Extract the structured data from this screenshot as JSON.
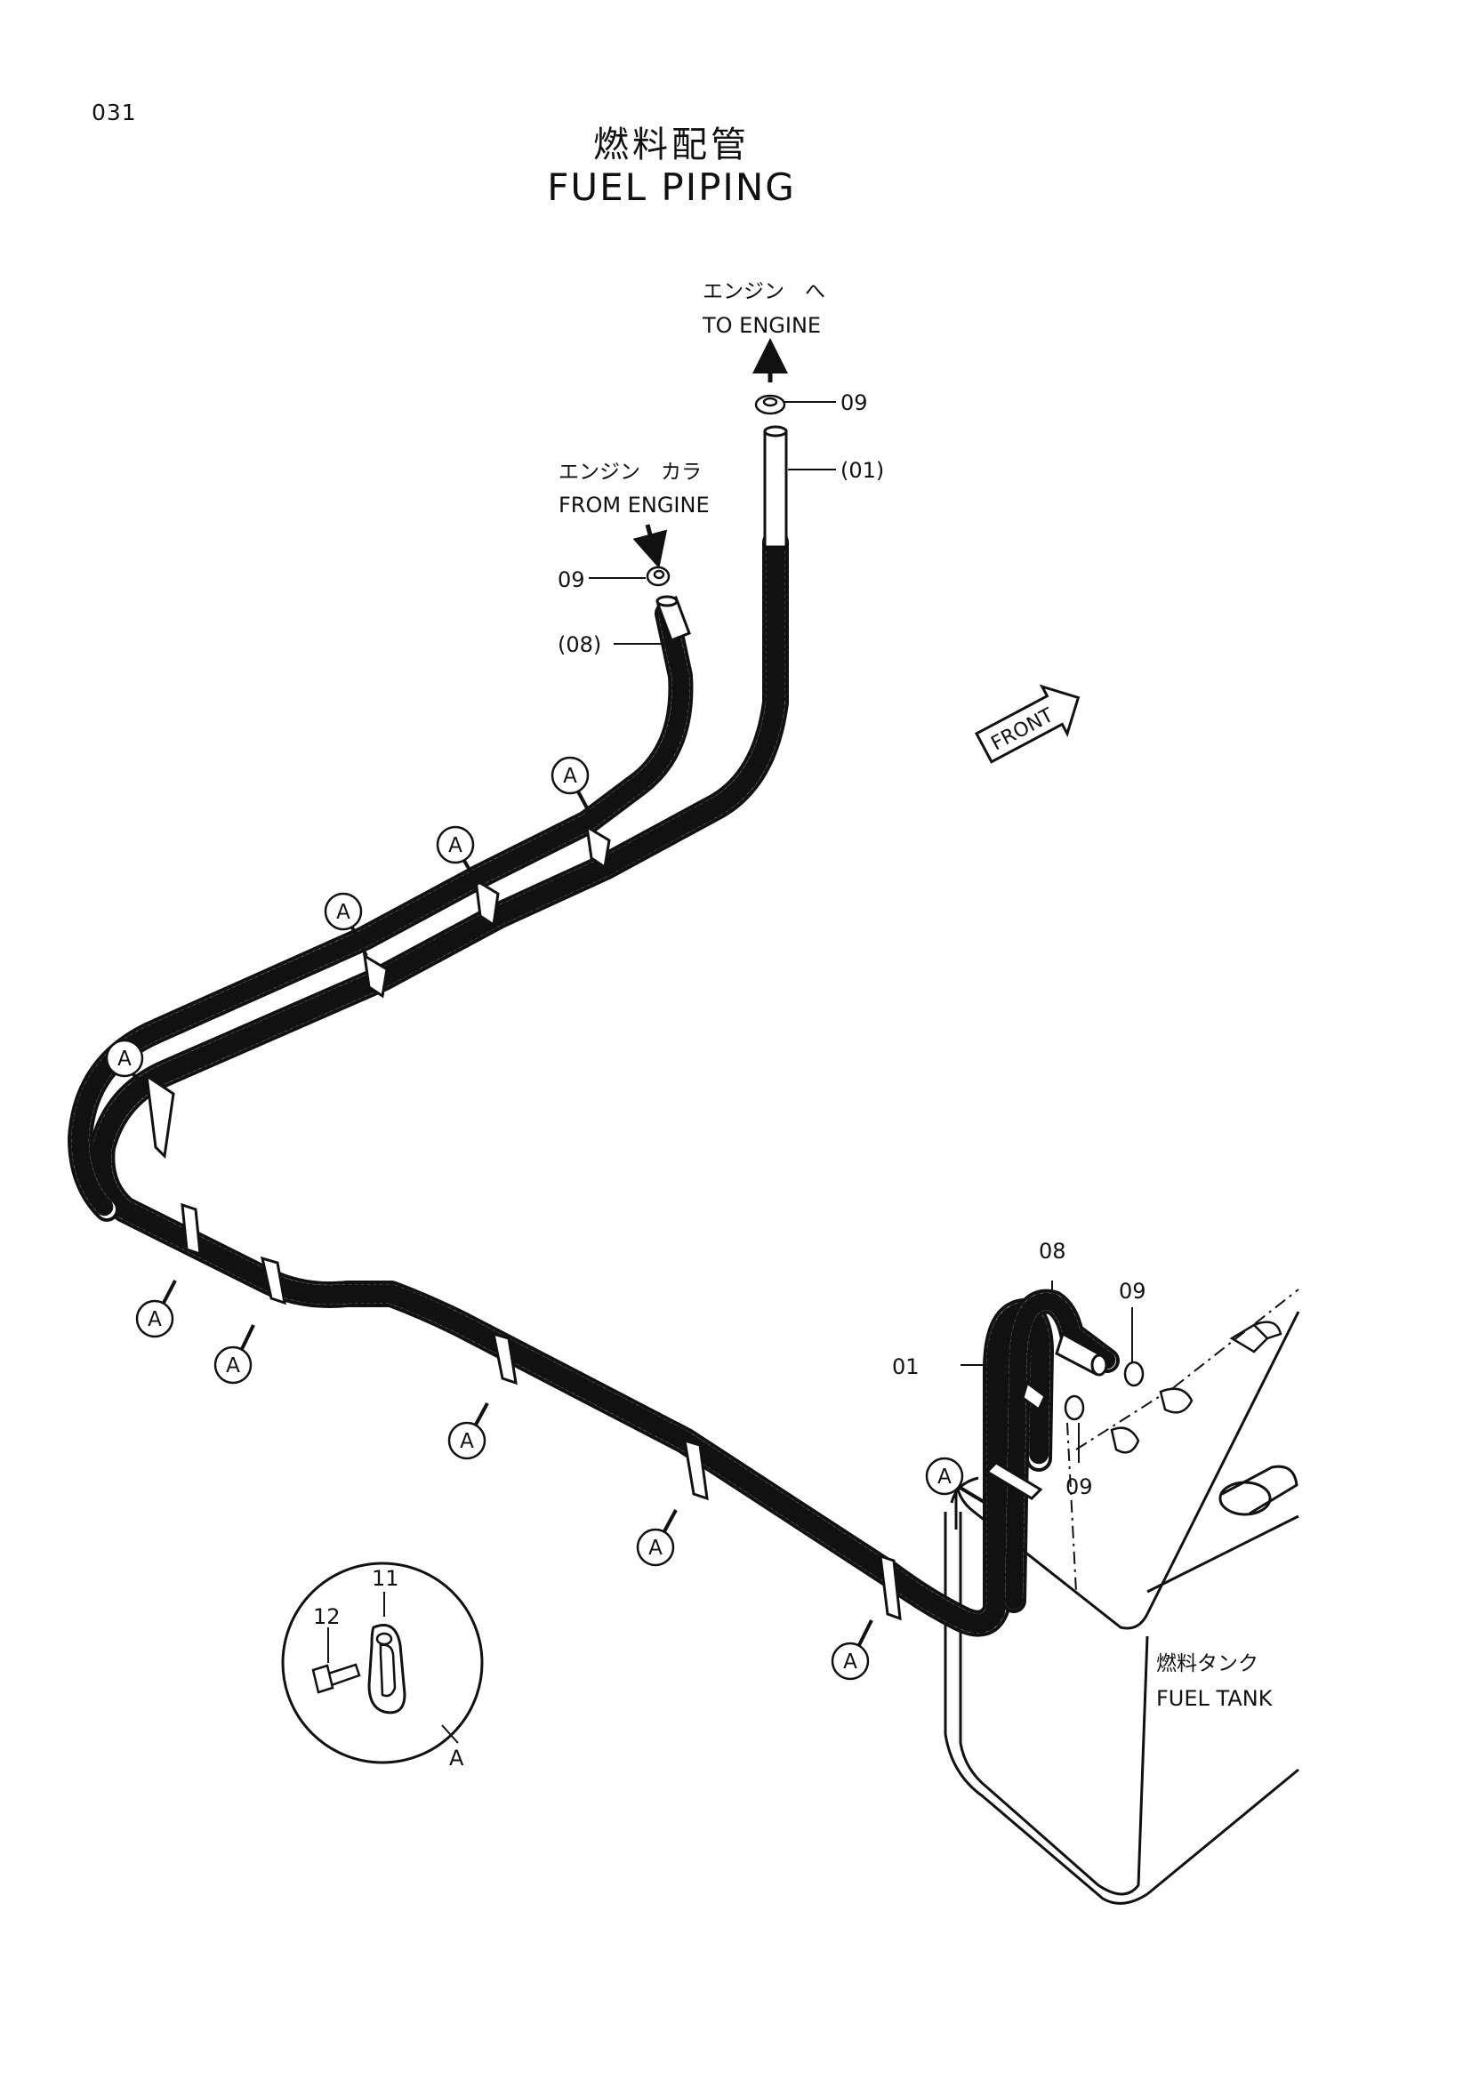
{
  "page_number": "031",
  "title_jp": "燃料配管",
  "title_en": "FUEL PIPING",
  "to_engine": {
    "jp": "エンジン　へ",
    "en": "TO ENGINE"
  },
  "from_engine": {
    "jp": "エンジン　カラ",
    "en": "FROM ENGINE"
  },
  "front_label": "FRONT",
  "fuel_tank": {
    "jp": "燃料タンク",
    "en": "FUEL TANK"
  },
  "callouts": {
    "p09": "09",
    "p01_paren": "(01)",
    "p08_paren": "(08)",
    "p08": "08",
    "p01": "01",
    "p11": "11",
    "p12": "12"
  },
  "clamp_marker": "A",
  "detail_label": "A"
}
